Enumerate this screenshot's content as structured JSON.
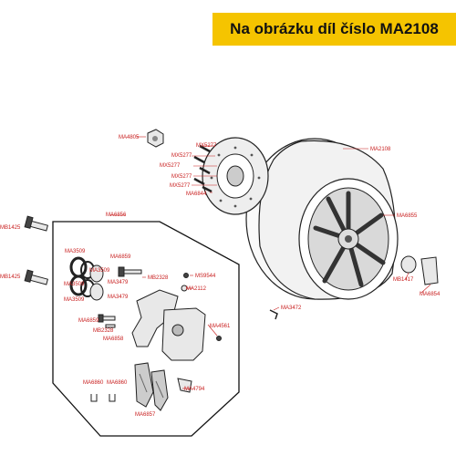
{
  "banner": {
    "text": "Na obrázku díl číslo MA2108",
    "color": "#f5c400"
  },
  "diagram": {
    "label_color": "#c81e1e",
    "labels": {
      "ma4805": "MA4805",
      "mx5277_1": "MX5277",
      "mx5277_2": "MX5277",
      "mx5277_3": "MX5277",
      "mx5277_4": "MX5277",
      "mx5277_5": "MX5277",
      "ma6844": "MA6844",
      "ma2108": "MA2108",
      "ma6856": "MA6856",
      "mb1425_1": "MB1425",
      "mb1425_2": "MB1425",
      "ma3509_1": "MA3509",
      "ma3509_2": "MA3509",
      "ma3509_3": "MA3509",
      "ma3509_4": "MA3509",
      "ma3479_1": "MA3479",
      "ma3479_2": "MA3479",
      "ma6859_1": "MA6859",
      "ma6859_2": "MA6859",
      "mb2328_1": "MB2328",
      "mb2328_2": "MB2328",
      "ms9544": "MS9544",
      "ma2112": "MA2112",
      "ma4561": "MA4561",
      "ma6858": "MA6858",
      "ma6860_1": "MA6860",
      "ma6860_2": "MA6860",
      "ma4794": "MA4794",
      "ma6857": "MA6857",
      "ma3472": "MA3472",
      "ma6855": "MA6855",
      "mb1417": "MB1417",
      "ma6854": "MA6854"
    }
  }
}
